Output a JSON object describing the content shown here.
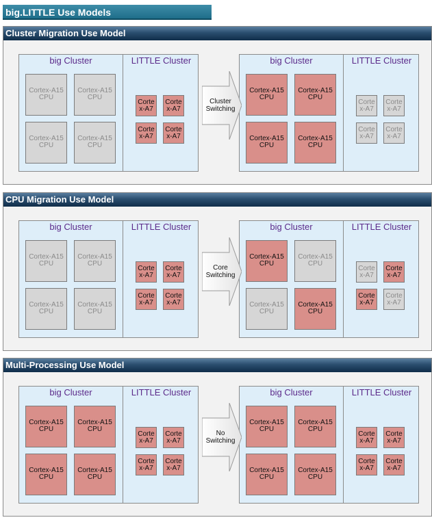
{
  "title": "big.LITTLE Use Models",
  "labels": {
    "big_cluster": "big Cluster",
    "little_cluster": "LITTLE Cluster",
    "big_cpu": "Cortex-A15\nCPU",
    "little_cpu": "Corte\nx-A7"
  },
  "colors": {
    "active": "#d98f8a",
    "inactive": "#d6d6d6",
    "cluster_bg": "#deeef9",
    "cluster_title": "#5b2a8a"
  },
  "sections": [
    {
      "title": "Cluster Migration Use Model",
      "transition": "Cluster\nSwitching",
      "before": {
        "big": [
          false,
          false,
          false,
          false
        ],
        "little": [
          true,
          true,
          true,
          true
        ]
      },
      "after": {
        "big": [
          true,
          true,
          true,
          true
        ],
        "little": [
          false,
          false,
          false,
          false
        ]
      }
    },
    {
      "title": "CPU Migration Use Model",
      "transition": "Core\nSwitching",
      "before": {
        "big": [
          false,
          false,
          false,
          false
        ],
        "little": [
          true,
          true,
          true,
          true
        ]
      },
      "after": {
        "big": [
          true,
          false,
          false,
          true
        ],
        "little": [
          false,
          true,
          true,
          false
        ]
      }
    },
    {
      "title": "Multi-Processing Use Model",
      "transition": "No\nSwitching",
      "before": {
        "big": [
          true,
          true,
          true,
          true
        ],
        "little": [
          true,
          true,
          true,
          true
        ]
      },
      "after": {
        "big": [
          true,
          true,
          true,
          true
        ],
        "little": [
          true,
          true,
          true,
          true
        ]
      }
    }
  ]
}
